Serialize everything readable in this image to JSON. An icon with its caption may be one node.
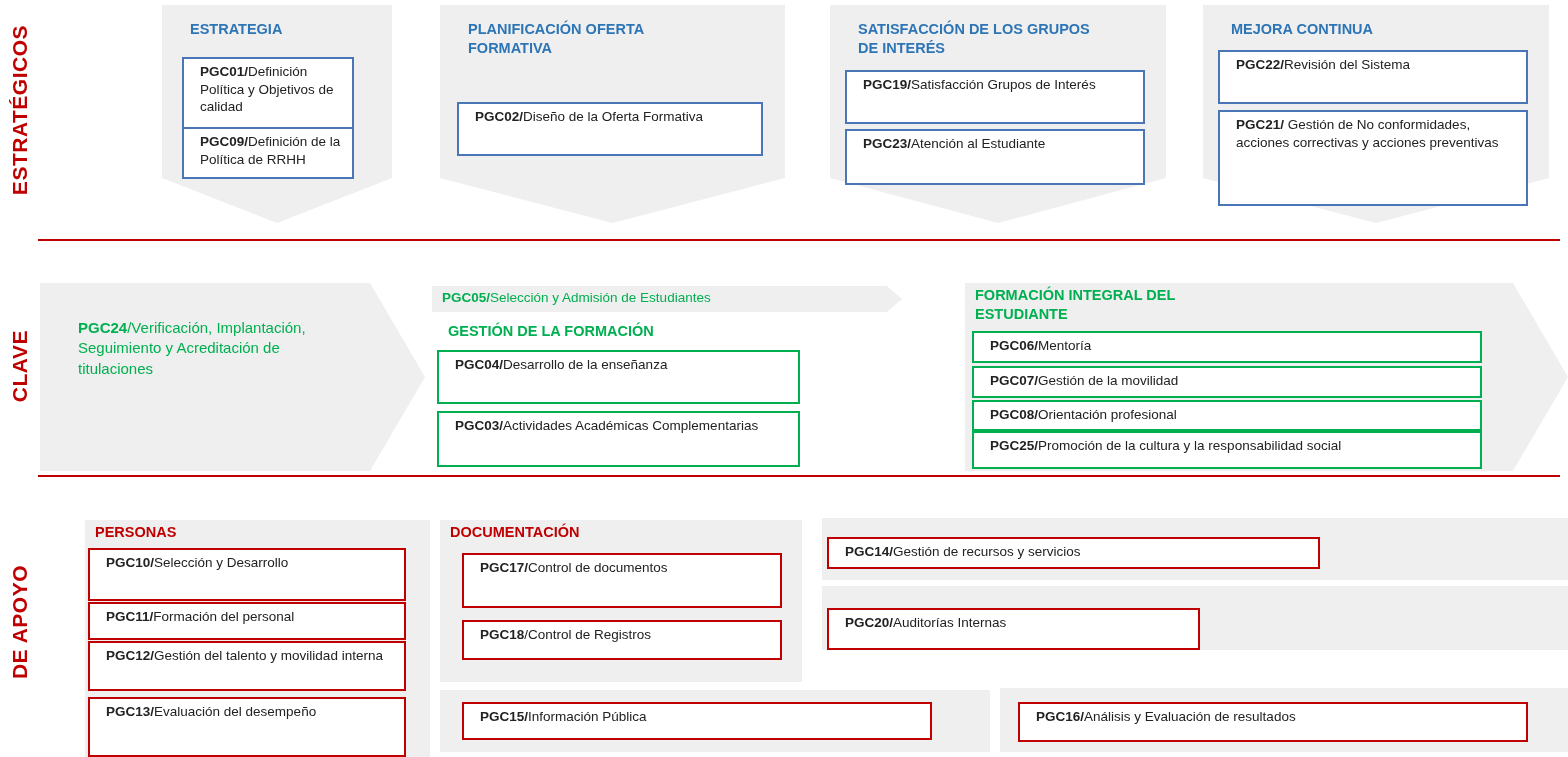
{
  "diagram": {
    "nodes": [
      {
        "text": [
          "ESTRATEGIA"
        ]
      },
      {
        "text": [
          "**PGC01/**Definición Política y Objetivos de calidad"
        ],
        "in": 0
      },
      {
        "text": [
          "**PGC09/**Definición de la Política de RRHH"
        ],
        "in": 0
      },
      {
        "text": [
          "PLANIFICACIÓN OFERTA FORMATIVA"
        ]
      },
      {
        "text": [
          "**PGC02/**Diseño de la Oferta Formativa"
        ],
        "in": 3
      },
      {
        "text": [
          "SATISFACCIÓN DE LOS GRUPOS DE INTERÉS"
        ]
      },
      {
        "text": [
          "**PGC19/**Satisfacción Grupos de Interés"
        ],
        "in": 5
      },
      {
        "text": [
          "**PGC23/**Atención al Estudiante"
        ],
        "in": 5
      },
      {
        "text": [
          "MEJORA CONTINUA"
        ]
      },
      {
        "text": [
          "**PGC22/**Revisión del Sistema"
        ],
        "in": 8
      },
      {
        "text": [
          "**PGC21/** Gestión de No conformidades, acciones correctivas y acciones preventivas"
        ],
        "in": 8
      },
      {
        "text": [
          "**PGC24**/Verificación, Implantación, Seguimiento y Acreditación de titulaciones"
        ]
      },
      {
        "text": [
          "**PGC05/**Selección y Admisión de Estudiantes"
        ]
      },
      {
        "text": [
          "GESTIÓN DE LA FORMACIÓN"
        ]
      },
      {
        "text": [
          "**PGC04/**Desarrollo de la enseñanza"
        ],
        "in": 13
      },
      {
        "text": [
          "**PGC03/**Actividades Académicas Complementarias"
        ],
        "in": 13
      },
      {
        "text": [
          "FORMACIÓN INTEGRAL DEL ESTUDIANTE"
        ]
      },
      {
        "text": [
          "**PGC06/**Mentoría"
        ],
        "in": 16
      },
      {
        "text": [
          "**PGC07/**Gestión de la movilidad"
        ],
        "in": 16
      },
      {
        "text": [
          "**PGC08/**Orientación profesional"
        ],
        "in": 16
      },
      {
        "text": [
          "**PGC25/**Promoción de la cultura y la responsabilidad social"
        ],
        "in": 16
      },
      {
        "text": [
          "PERSONAS"
        ]
      },
      {
        "text": [
          "**PGC10/**Selección y Desarrollo"
        ],
        "in": 21
      },
      {
        "text": [
          "**PGC11/**Formación del personal"
        ],
        "in": 21
      },
      {
        "text": [
          "**PGC12/**Gestión del talento y movilidad interna"
        ],
        "in": 21
      },
      {
        "text": [
          "**PGC13/**Evaluación del desempeño"
        ],
        "in": 21
      },
      {
        "text": [
          "DOCUMENTACIÓN"
        ]
      },
      {
        "text": [
          "**PGC17/**Control de documentos"
        ],
        "in": 26
      },
      {
        "text": [
          "**PGC18**/Control de Registros"
        ],
        "in": 26
      },
      {
        "text": [],
        "shape": "box"
      },
      {
        "text": [
          "**PGC14/**Gestión de recursos y servicios"
        ],
        "in": 29
      },
      {
        "text": [],
        "shape": "box"
      },
      {
        "text": [
          "**PGC20/**Auditorías Internas"
        ],
        "in": 31
      },
      {
        "text": [],
        "shape": "box"
      },
      {
        "text": [
          "**PGC15/**Información Pública"
        ],
        "in": 33
      },
      {
        "text": [],
        "shape": "box"
      },
      {
        "text": [
          "**PGC16/**Análisis y Evaluación de resultados"
        ],
        "in": 35
      }
    ],
    "labels": [
      "ESTRATÉGICOS",
      "CLAVE",
      "DE APOYO"
    ]
  }
}
